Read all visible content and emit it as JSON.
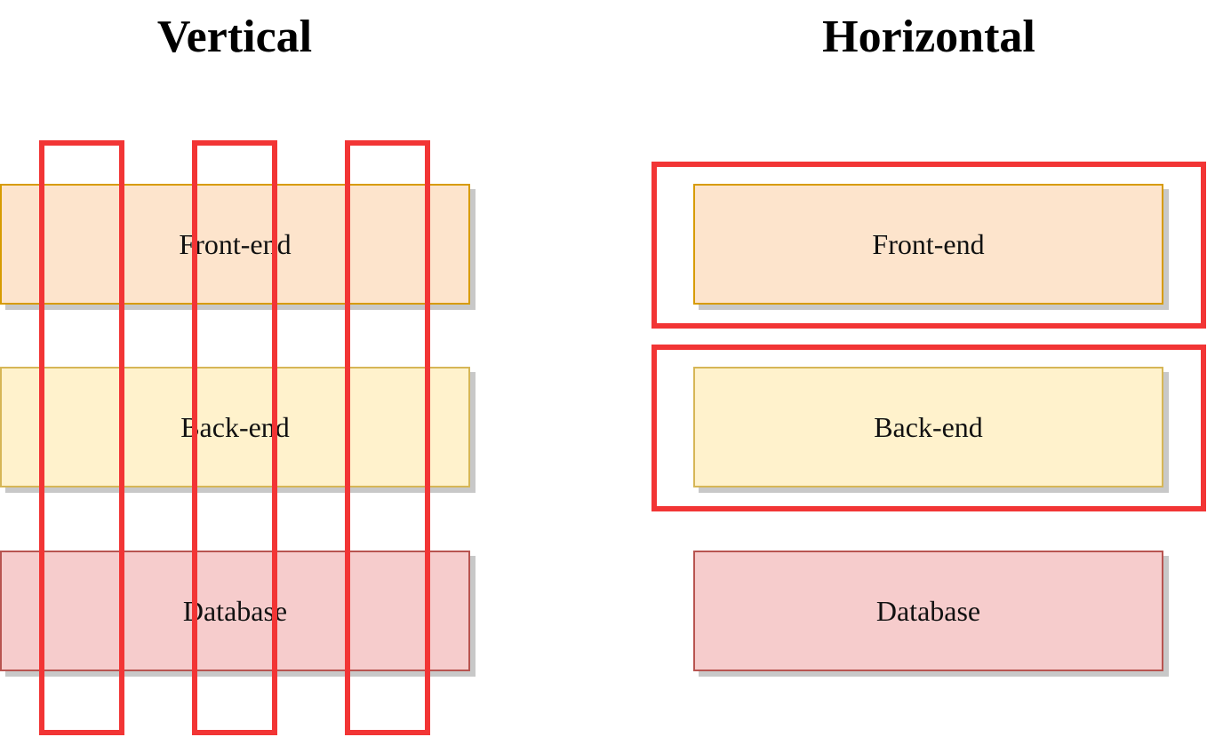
{
  "titles": {
    "vertical": "Vertical",
    "horizontal": "Horizontal"
  },
  "layers": {
    "front_end": "Front-end",
    "back_end": "Back-end",
    "database": "Database"
  },
  "colors": {
    "highlight": "#f23535",
    "front_end_fill": "#fde4cc",
    "front_end_border": "#d79b00",
    "back_end_fill": "#fff2cc",
    "back_end_border": "#d6b656",
    "database_fill": "#f6cccc",
    "database_border": "#b85450"
  }
}
